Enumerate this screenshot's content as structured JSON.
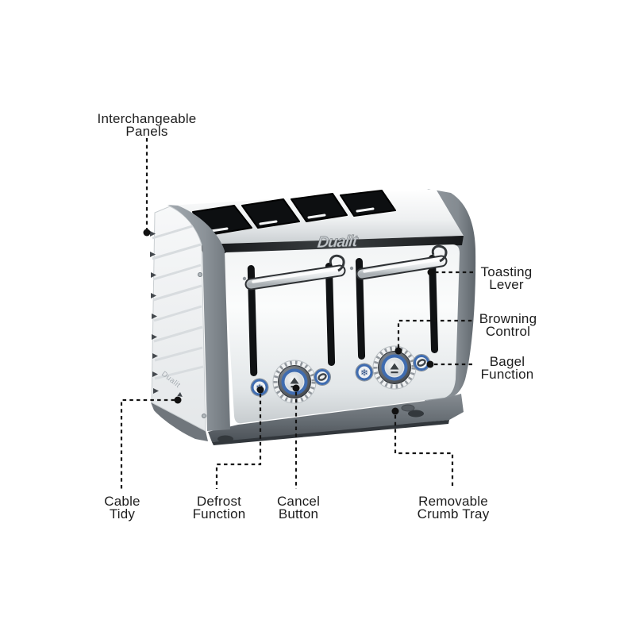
{
  "toaster": {
    "brand_logo": "Dualit",
    "side_label": "Dualit"
  },
  "annotations": [
    {
      "id": "interchangeable-panels",
      "label": "Interchangeable\nPanels"
    },
    {
      "id": "toasting-lever",
      "label": "Toasting\nLever"
    },
    {
      "id": "browning-control",
      "label": "Browning\nControl"
    },
    {
      "id": "bagel-function",
      "label": "Bagel\nFunction"
    },
    {
      "id": "cable-tidy",
      "label": "Cable\nTidy"
    },
    {
      "id": "defrost-function",
      "label": "Defrost\nFunction"
    },
    {
      "id": "cancel-button",
      "label": "Cancel\nButton"
    },
    {
      "id": "removable-crumb-tray",
      "label": "Removable\nCrumb Tray"
    }
  ],
  "icons": {
    "defrost": "snowflake",
    "bagel": "oval-ring",
    "cancel": "eject-triangle"
  },
  "colors": {
    "background": "#ffffff",
    "label_text": "#1d1d1d",
    "leader_line": "#141414",
    "accent_blue": "#3f6cb0",
    "trim_gray": "#8b9298",
    "base_gray": "#5a6066",
    "panel_white": "#f2f4f5",
    "slot_black": "#0d0f11"
  }
}
